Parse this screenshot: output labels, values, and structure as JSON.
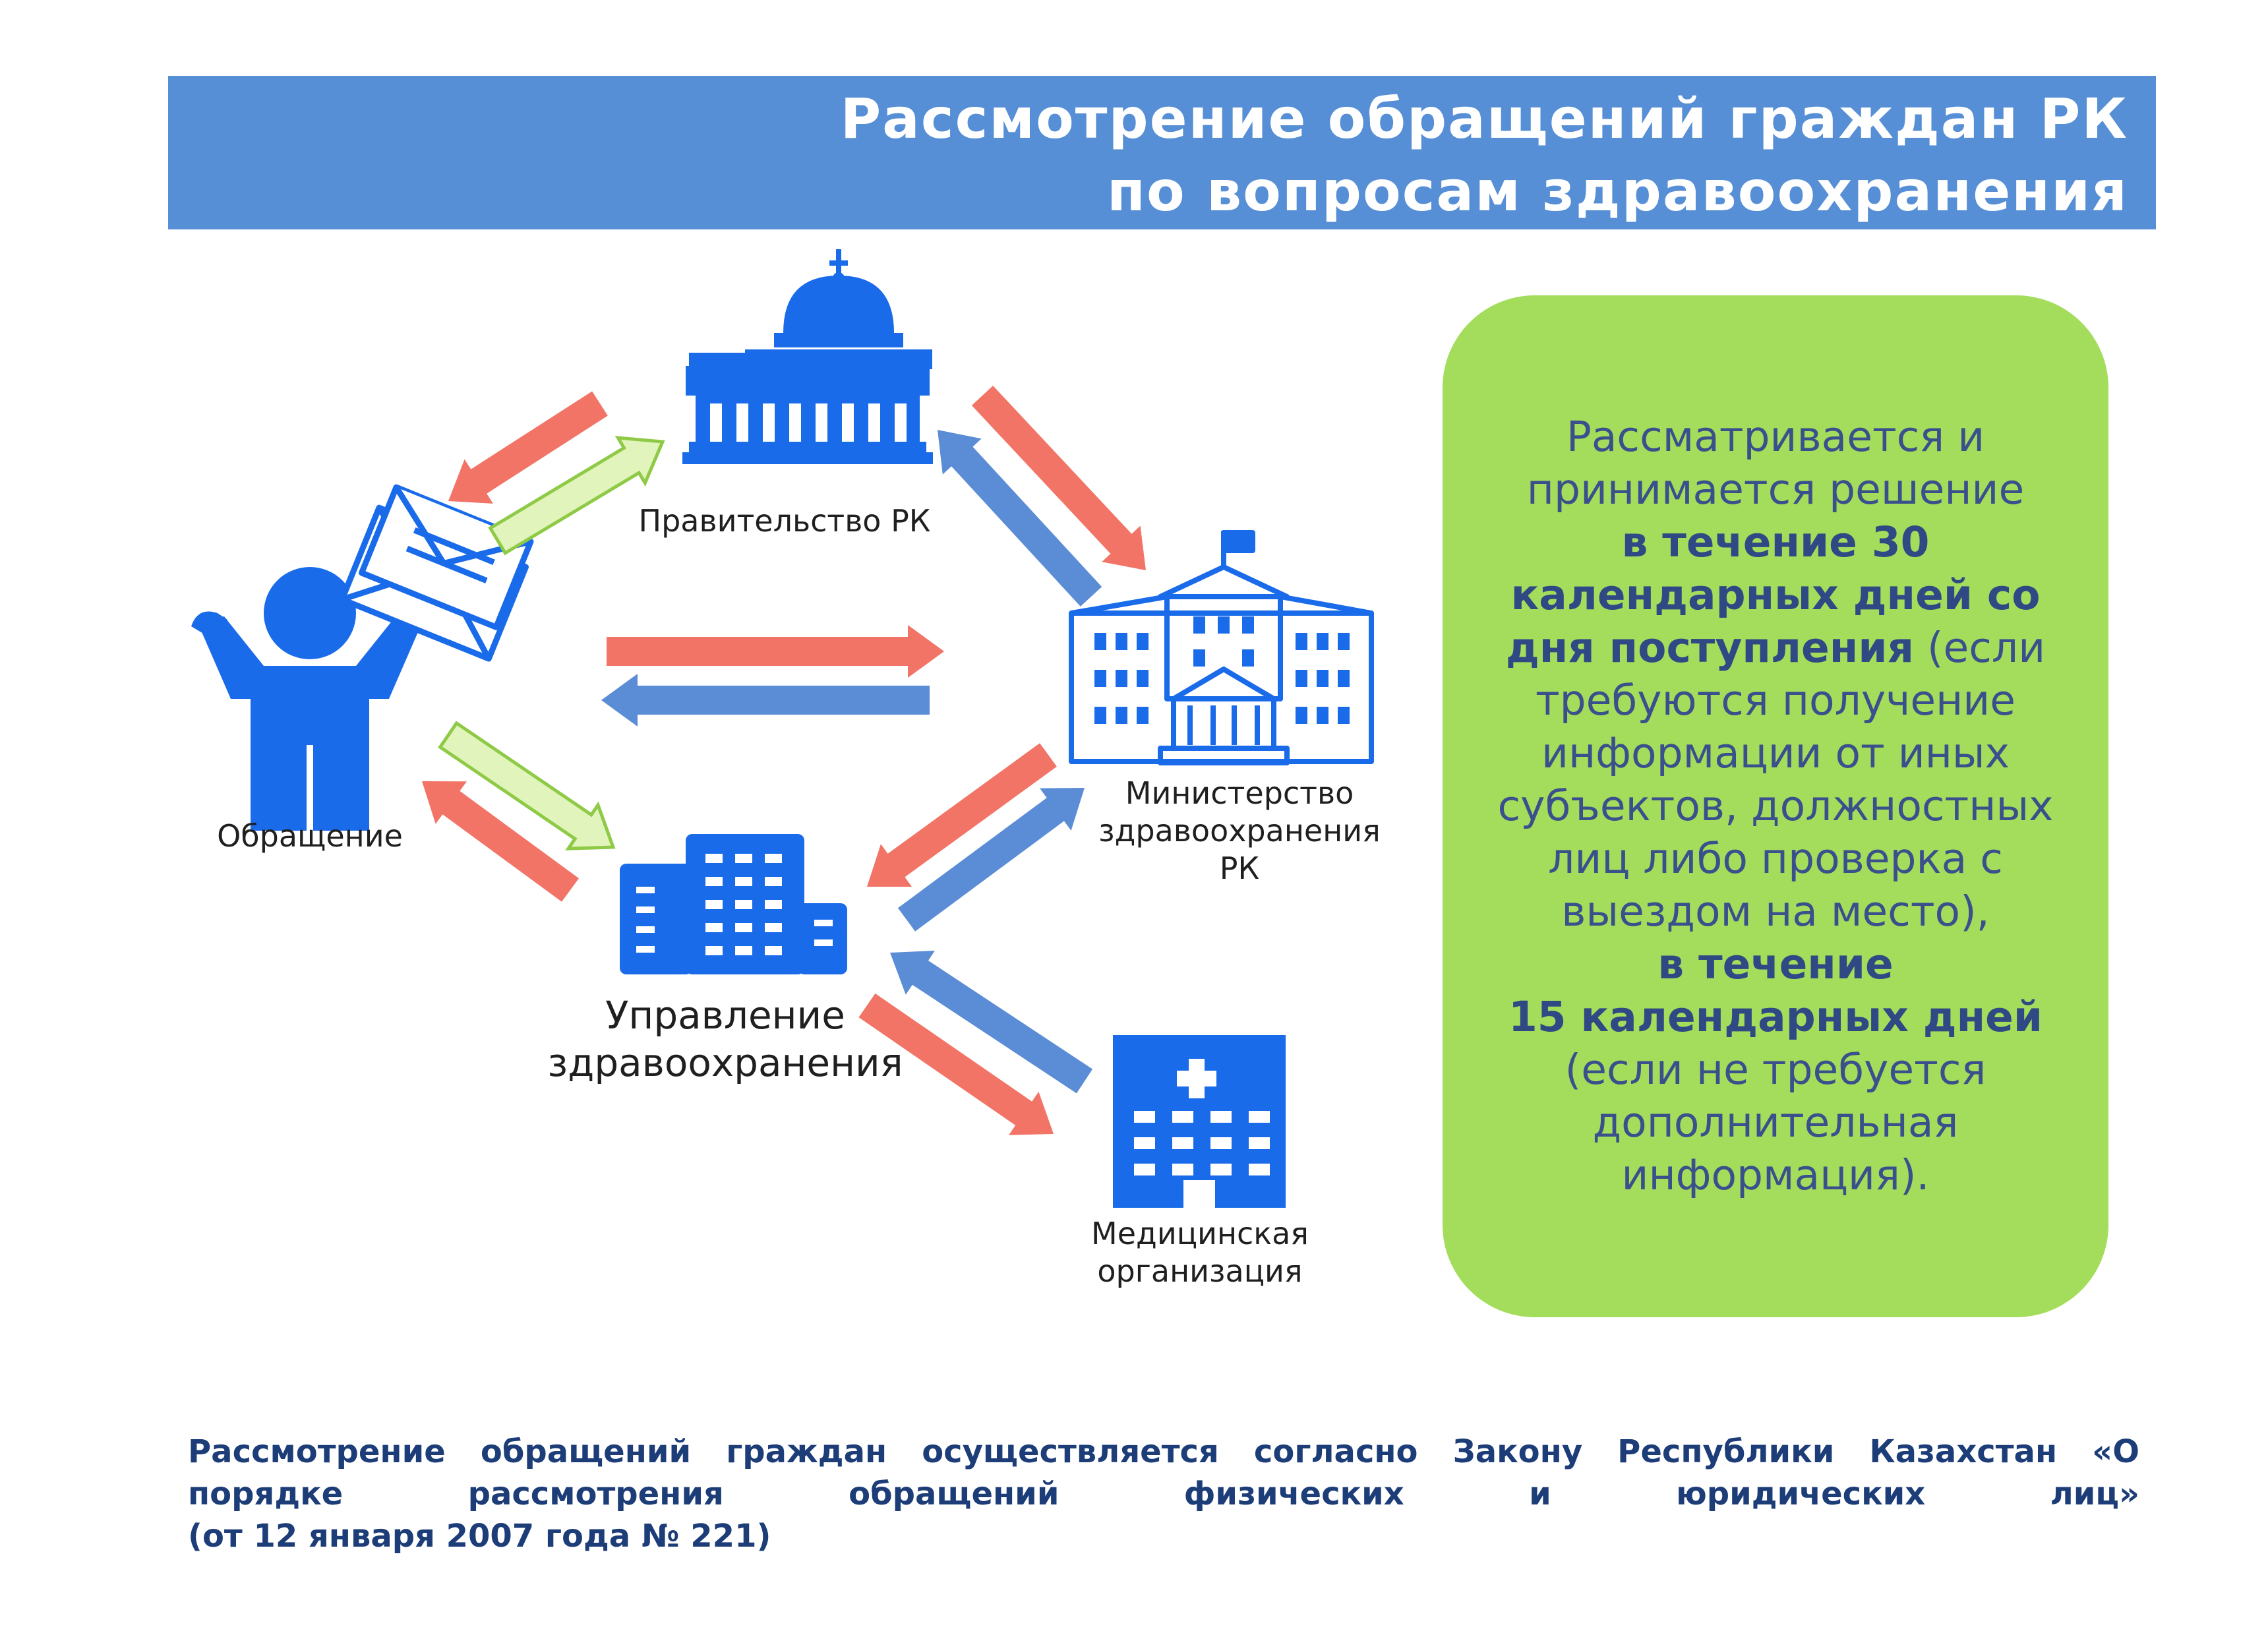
{
  "header": {
    "title_line1": "Рассмотрение обращений граждан РК",
    "title_line2": "по вопросам здравоохранения"
  },
  "nodes": {
    "government": "Правительство РК",
    "citizen": "Обращение",
    "ministry_line1": "Министерство",
    "ministry_line2": "здравоохранения",
    "ministry_line3": "РК",
    "health_dept_line1": "Управление",
    "health_dept_line2": "здравоохранения",
    "medical_org_line1": "Медицинская",
    "medical_org_line2": "организация"
  },
  "info_box": {
    "l1": "Рассматривается и",
    "l2": "принимается решение",
    "l3": "в течение 30",
    "l4": "календарных дней со",
    "l5a": "дня поступления",
    "l5b": " (если",
    "l6": "требуются получение",
    "l7": "информации от иных",
    "l8": "субъектов, должностных",
    "l9": "лиц либо проверка с",
    "l10": "выездом на место),",
    "l11": "в течение",
    "l12": "15 календарных дней",
    "l13": "(если не требуется",
    "l14": "дополнительная",
    "l15": "информация)."
  },
  "footer": {
    "line1": "Рассмотрение обращений граждан осуществляется согласно Закону Республики Казахстан «О",
    "line2": "порядке рассмотрения обращений физических и юридических лиц»",
    "line3": "(от 12 января 2007 года № 221)"
  },
  "colors": {
    "banner": "#568fd6",
    "icon_blue": "#1a6bea",
    "arrow_red": "#f27466",
    "arrow_blue": "#5b8dd6",
    "arrow_green_fill": "#e1f4bb",
    "arrow_green_stroke": "#8fca47",
    "info_box": "#a3dd5b",
    "info_text": "#3a4f8c"
  }
}
